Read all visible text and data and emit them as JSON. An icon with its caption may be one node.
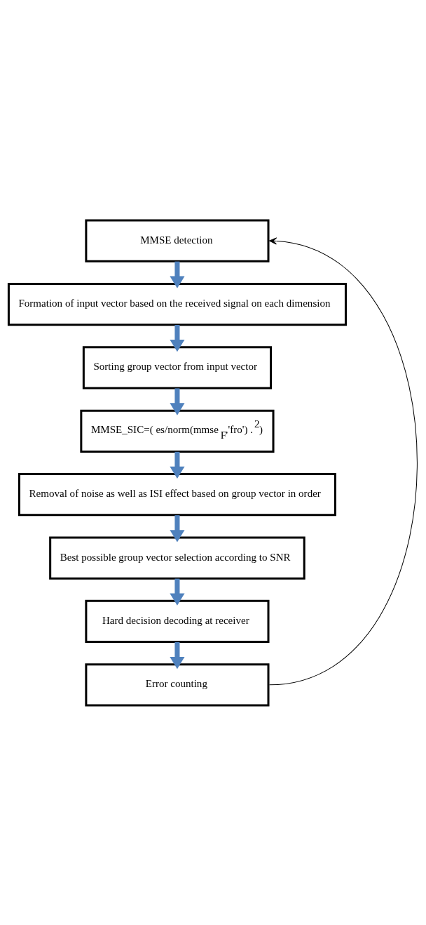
{
  "diagram": {
    "nodes": [
      {
        "text": [
          "MMSE detection"
        ]
      },
      {
        "text": [
          "Formation of input vector based on the received signal on each dimension"
        ]
      },
      {
        "text": [
          "Sorting group vector from input vector"
        ]
      },
      {
        "text": [
          "MMSE_SIC=( es/norm(mmse$_{F}$,'fro') .$^{2}$)"
        ]
      },
      {
        "text": [
          "Removal of noise as well as ISI effect based on group vector in order"
        ]
      },
      {
        "text": [
          "Best possible group vector selection according to SNR"
        ]
      },
      {
        "text": [
          "Hard decision decoding at receiver"
        ]
      },
      {
        "text": [
          "Error counting"
        ]
      }
    ],
    "edges": [
      {
        "from": 0,
        "to": 1,
        "arrow": "to"
      },
      {
        "from": 1,
        "to": 2,
        "arrow": "to"
      },
      {
        "from": 2,
        "to": 3,
        "arrow": "to"
      },
      {
        "from": 3,
        "to": 4,
        "arrow": "to"
      },
      {
        "from": 4,
        "to": 5,
        "arrow": "to"
      },
      {
        "from": 5,
        "to": 6,
        "arrow": "to"
      },
      {
        "from": 6,
        "to": 7,
        "arrow": "to"
      },
      {
        "from": 7,
        "to": 0,
        "arrow": "to",
        "color": "#000000"
      }
    ]
  }
}
